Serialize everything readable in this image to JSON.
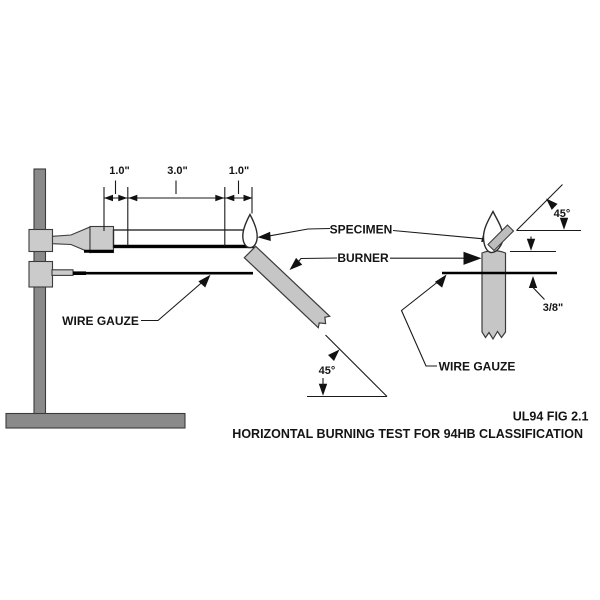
{
  "diagram": {
    "dim_labels": [
      "1.0\"",
      "3.0\"",
      "1.0\""
    ],
    "labels": {
      "specimen": "SPECIMEN",
      "burner": "BURNER",
      "wire_gauze_left": "WIRE GAUZE",
      "wire_gauze_right": "WIRE GAUZE",
      "angle_left": "45°",
      "angle_right": "45°",
      "gap": "3/8\""
    },
    "caption": {
      "line1": "UL94 FIG 2.1",
      "line2": "HORIZONTAL BURNING TEST FOR 94HB CLASSIFICATION"
    },
    "colors": {
      "stand_metal": "#8a8a8a",
      "fixture_gray": "#cbcbcb",
      "burner_gray": "#c6c6c6",
      "ink": "#1a1a1a"
    }
  }
}
